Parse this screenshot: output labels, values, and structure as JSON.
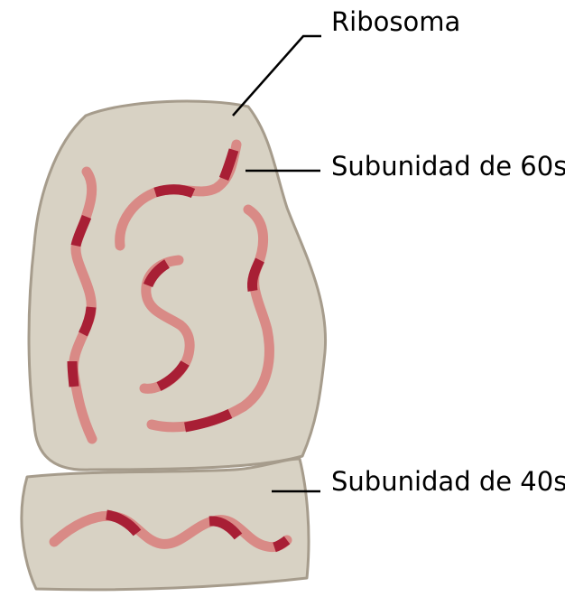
{
  "labels": {
    "ribosome": "Ribosoma",
    "large_subunit": "Subunidad de 60s",
    "small_subunit": "Subunidad de 40s"
  },
  "colors": {
    "subunit_fill": "#d8d2c4",
    "subunit_outline": "#a69c8c",
    "rrna_light": "#d98a86",
    "rrna_dark": "#a81f35",
    "leader_line": "#000000"
  }
}
